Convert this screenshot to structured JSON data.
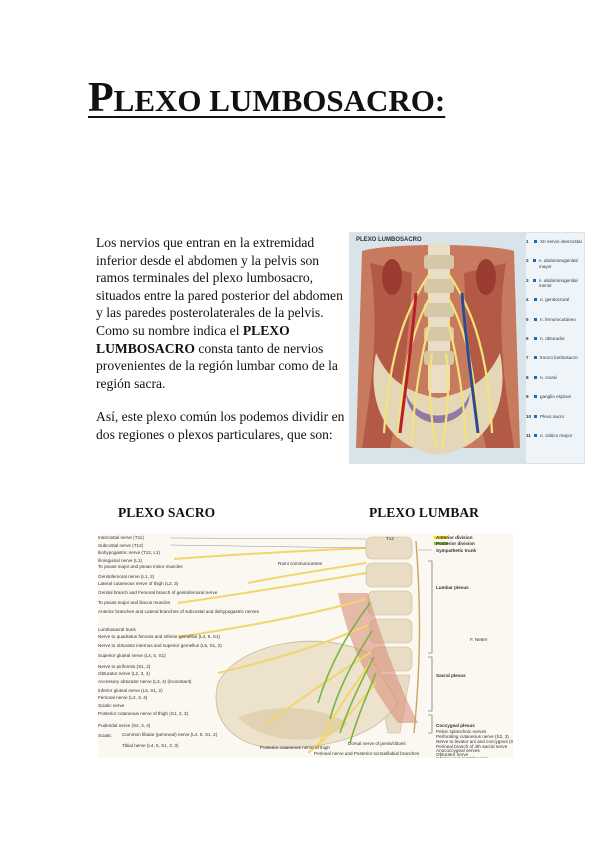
{
  "title": {
    "initial": "P",
    "rest": "LEXO LUMBOSACRO:"
  },
  "paragraphs": {
    "p1": {
      "text1": "Los nervios que entran en la extremidad inferior desde el abdomen y la pelvis son ramos terminales del plexo lumbosacro, situados entre la pared posterior del abdomen y las paredes posterolaterales de la pelvis.  Como su nombre indica el ",
      "bold": "PLEXO LUMBOSACRO",
      "text2": "  consta tanto de  nervios provenientes de la región lumbar como de la región sacra."
    },
    "p2": "Así, este plexo común los podemos dividir en dos regiones o plexos particulares, que son:"
  },
  "figure1": {
    "heading": "PLEXO LUMBOSACRO",
    "legend": [
      {
        "n": "1",
        "label": "XII nervio intercostal"
      },
      {
        "n": "2",
        "label": "n. abdominogenital mayor"
      },
      {
        "n": "3",
        "label": "n. abdominogenital menor"
      },
      {
        "n": "4",
        "label": "n. genitocrural"
      },
      {
        "n": "5",
        "label": "n. femorocutáneo"
      },
      {
        "n": "6",
        "label": "n. obturador"
      },
      {
        "n": "7",
        "label": "tronco lumbosacro"
      },
      {
        "n": "8",
        "label": "n. crural"
      },
      {
        "n": "9",
        "label": "ganglio espinal"
      },
      {
        "n": "10",
        "label": "Plexo sacro"
      },
      {
        "n": "11",
        "label": "n. ciático mayor"
      }
    ]
  },
  "subtitles": {
    "left": "PLEXO SACRO",
    "right": "PLEXO LUMBAR"
  },
  "figure2": {
    "left_labels": [
      "Intercostal nerve (T11)",
      "Subcostal nerve (T12)",
      "Iliohypogastric nerve (T12, L1)",
      "Ilioinguinal nerve (L1)",
      "To psoas major and psoas minor muscles",
      "Genitofemoral nerve (L1, 2)",
      "Lateral cutaneous nerve of thigh (L2, 3)",
      "Genital branch and Femoral branch of genitofemoral nerve",
      "To psoas major and iliacus muscles",
      "Anterior branches and Lateral branches of subcostal and iliohypogastric nerves",
      "Lumbosacral trunk",
      "Nerve to quadratus femoris and inferior gemellus (L4, 5, S1)",
      "Nerve to obturator internus and superior gemellus (L5, S1, 2)",
      "Superior gluteal nerve (L4, 5, S1)",
      "Nerve to piriformis (S1, 2)",
      "Obturator nerve (L2, 3, 4)",
      "Accessory obturator nerve (L3, 4) (inconstant)",
      "Inferior gluteal nerve (L5, S1, 2)",
      "Femoral nerve (L2, 3, 4)",
      "Sciatic nerve",
      "Posterior cutaneous nerve of thigh (S1, 2, 3)",
      "Pudendal nerve (S2, 3, 4)",
      "Sciatic",
      "Common fibular (peroneal) nerve (L4, 5, S1, 2)",
      "Tibial nerve (L4, 5, S1, 2, 3)"
    ],
    "right_labels": [
      "Anterior division",
      "Posterior division",
      "Sympathetic trunk",
      "Lumbar plexus",
      "Sacral plexus",
      "Coccygeal plexus",
      "Pelvic splanchnic nerves",
      "Perforating cutaneous nerve (S2, 3)",
      "Nerve to levator ani and coccygeus (S3, 4)",
      "Perineal branch of 4th sacral nerve",
      "Anococcygeal nerves",
      "Obturator nerve",
      "Inferior anal (rectal) nerve"
    ],
    "center_labels": [
      "T12",
      "Rami communicantes",
      "Posterior cutaneous nerve of thigh",
      "Perineal nerve and Posterior scrotal/labial branches",
      "Dorsal nerve of penis/clitoris"
    ],
    "signature": "F. Netter"
  },
  "colors": {
    "anterior_division": "#f2e21a",
    "posterior_division": "#8bc34a",
    "nerve": "#f3d27a",
    "bone": "#e8dcc4",
    "muscle": "#c9705c"
  }
}
